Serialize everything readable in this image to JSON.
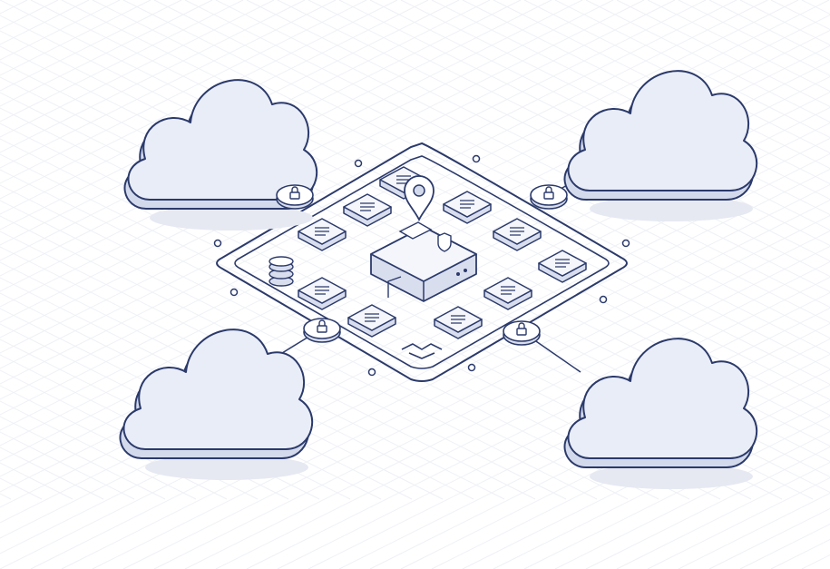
{
  "colors": {
    "background": "#ffffff",
    "grid": "#eef0f5",
    "stroke": "#2b3a6b",
    "cloud_face": "#e9edf7",
    "cloud_side": "#d3daec",
    "tile_face": "#f4f6fb",
    "tile_side": "#d9deee",
    "shadow": "#e6e9f2"
  },
  "clouds": [
    "cloud-top-left",
    "cloud-top-right",
    "cloud-bottom-left",
    "cloud-bottom-right"
  ],
  "lock_nodes": [
    "lock-top-left",
    "lock-top-right",
    "lock-bottom-left",
    "lock-bottom-right"
  ],
  "central_hub": {
    "icons": [
      "location-pin-icon",
      "document-icon",
      "shield-icon",
      "server-box-icon"
    ]
  },
  "tiles": [
    "cpu-chip-icon",
    "microchip-icon",
    "keypad-icon",
    "database-icon",
    "media-player-icon",
    "bar-chart-icon",
    "gauge-device-icon",
    "settings-device-icon",
    "sliders-icon",
    "speedometer-icon",
    "handshake-icon",
    "files-icon"
  ]
}
